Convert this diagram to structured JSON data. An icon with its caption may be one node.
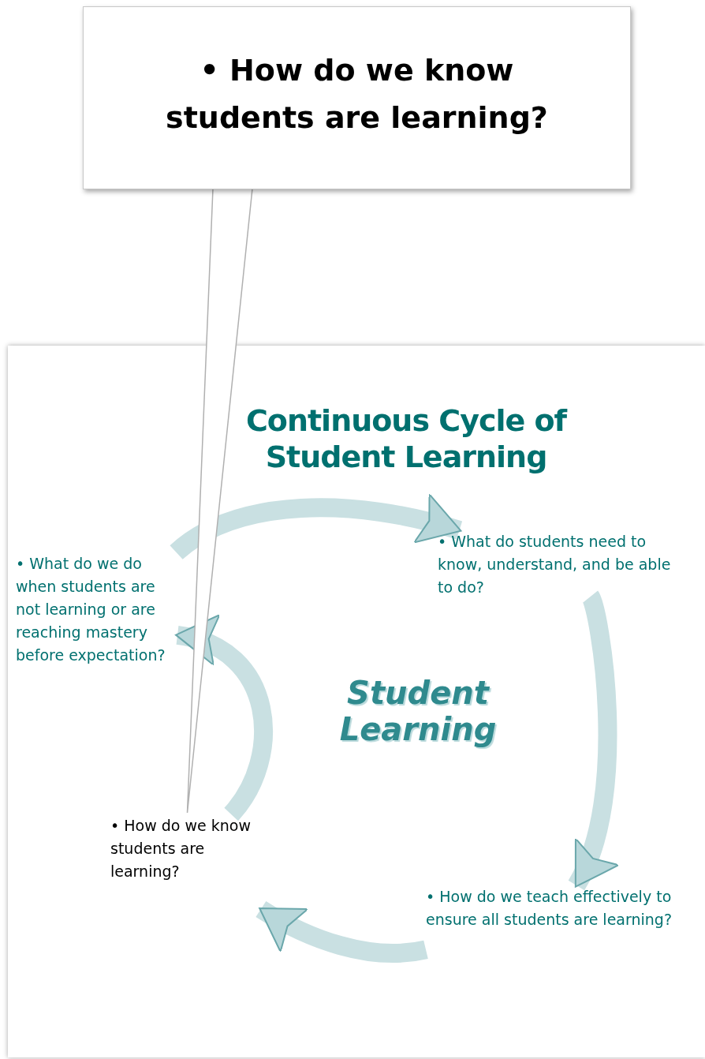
{
  "diagram": {
    "title": "Continuous Cycle of Student Learning",
    "nodes": [
      {
        "text": [
          "• How do we know students are learning?"
        ]
      },
      {
        "text": [
          "Student Learning"
        ]
      },
      {
        "text": [
          "• What do students need to know, understand, and be able to do?"
        ]
      },
      {
        "text": [
          "• How do we teach effectively to ensure all students are learning?"
        ]
      },
      {
        "text": [
          "• How do we know students are learning?"
        ]
      },
      {
        "text": [
          "• What do we do when students are not learning or are reaching mastery before expectation?"
        ]
      }
    ],
    "edges": [
      {
        "from": 0,
        "to": 4,
        "arrow": "none"
      },
      {
        "from": 2,
        "to": 3,
        "arrow": "to"
      },
      {
        "from": 3,
        "to": 4,
        "arrow": "to"
      },
      {
        "from": 4,
        "to": 5,
        "arrow": "to"
      },
      {
        "from": 5,
        "to": 2,
        "arrow": "to"
      }
    ]
  }
}
